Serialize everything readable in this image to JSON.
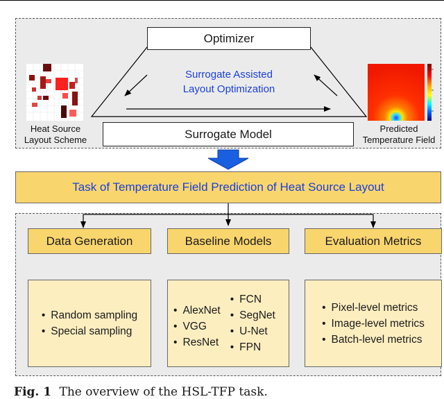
{
  "top": {
    "optimizer": "Optimizer",
    "surrogate_title_line1": "Surrogate Assisted",
    "surrogate_title_line2": "Layout Optimization",
    "surrogate_model": "Surrogate Model",
    "left_label_line1": "Heat Source",
    "left_label_line2": "Layout Scheme",
    "right_label_line1": "Predicted",
    "right_label_line2": "Temperature Field"
  },
  "task": "Task of Temperature Field Prediction of Heat Source Layout",
  "modules": [
    {
      "title": "Data Generation",
      "items": [
        "Random sampling",
        "Special sampling"
      ]
    },
    {
      "title": "Baseline Models",
      "items_left": [
        "AlexNet",
        "VGG",
        "ResNet"
      ],
      "items_right": [
        "FCN",
        "SegNet",
        "U-Net",
        "FPN"
      ]
    },
    {
      "title": "Evaluation Metrics",
      "items": [
        "Pixel-level metrics",
        "Image-level metrics",
        "Batch-level metrics"
      ]
    }
  ],
  "caption": {
    "label": "Fig. 1",
    "text": "The overview of the HSL-TFP task."
  },
  "colors": {
    "header_fill": "#f9d56e",
    "body_fill": "#fdeec0",
    "panel_fill": "#ebebeb",
    "accent_blue": "#1a3fd6",
    "big_arrow": "#1a5fe0"
  }
}
